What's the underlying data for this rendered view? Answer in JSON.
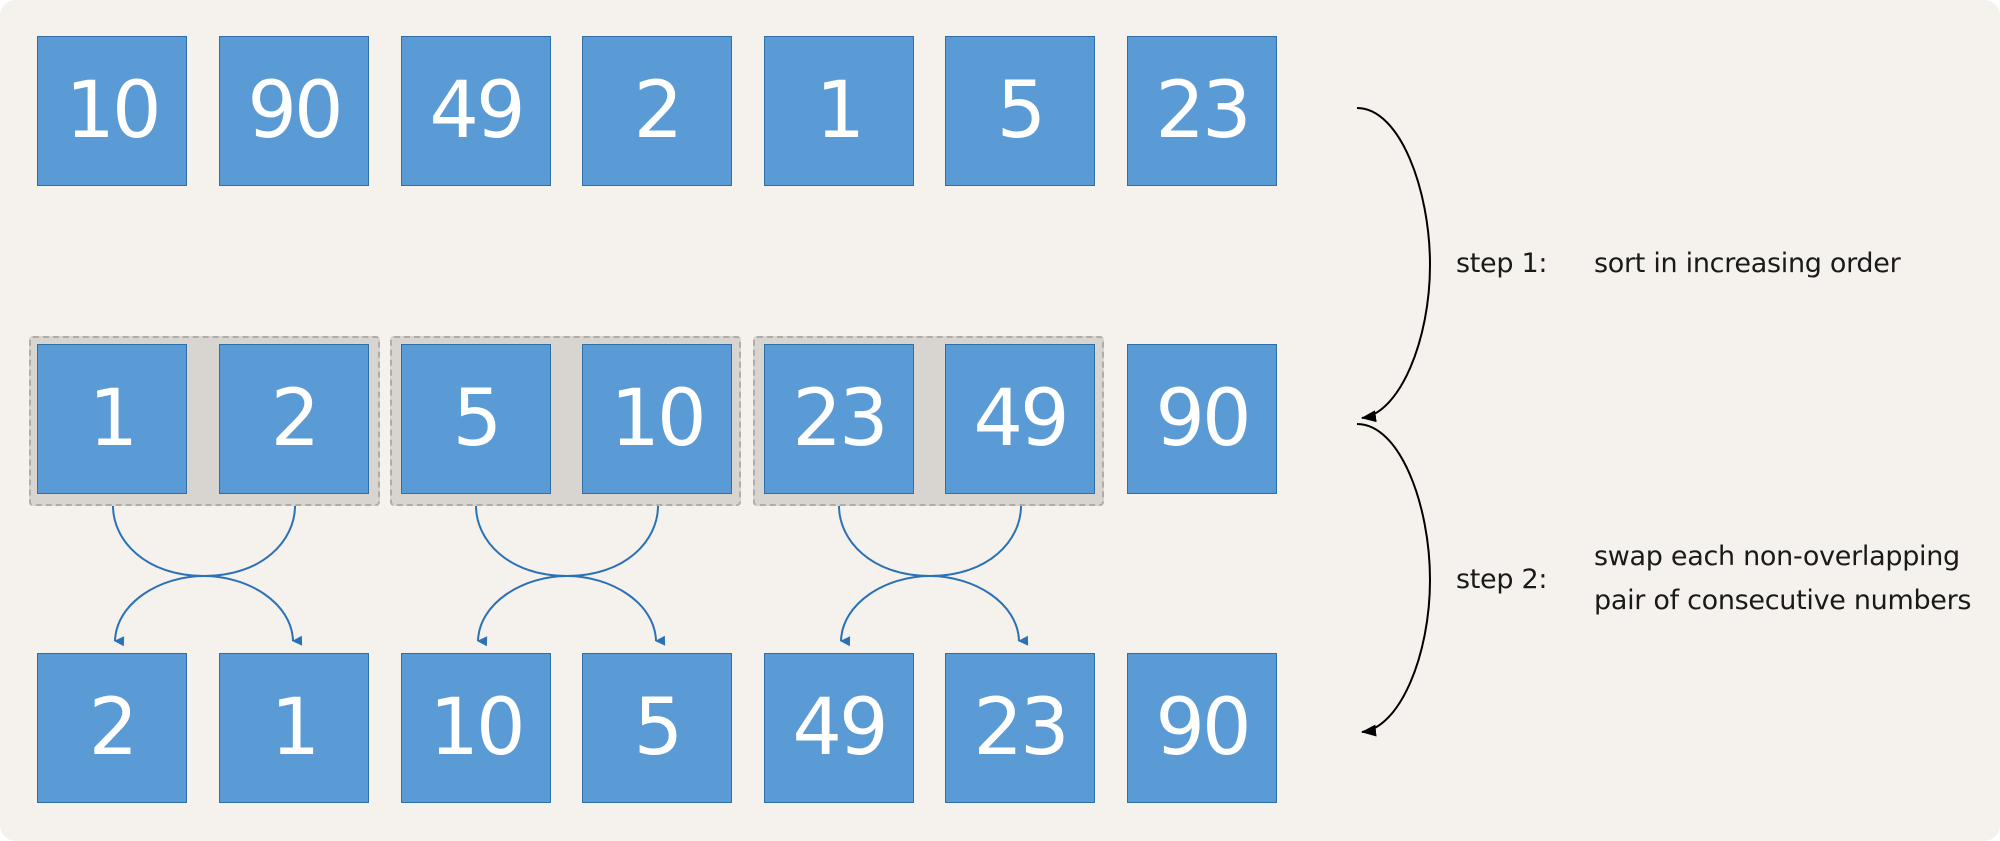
{
  "rows": {
    "original": [
      "10",
      "90",
      "49",
      "2",
      "1",
      "5",
      "23"
    ],
    "sorted": [
      "1",
      "2",
      "5",
      "10",
      "23",
      "49",
      "90"
    ],
    "swapped": [
      "2",
      "1",
      "10",
      "5",
      "49",
      "23",
      "90"
    ]
  },
  "steps": [
    {
      "label": "step 1:",
      "text": [
        "sort in increasing order"
      ]
    },
    {
      "label": "step 2:",
      "text": [
        "swap each non-overlapping",
        "pair of consecutive numbers"
      ]
    }
  ],
  "colors": {
    "background": "#f5f1ec",
    "box_fill": "#5b9bd5",
    "box_border": "#2e6fa8",
    "box_text": "#ffffff",
    "pair_group": "#d8d4cf",
    "swap_arrow": "#2a72b5",
    "step_arrow": "#000000"
  }
}
